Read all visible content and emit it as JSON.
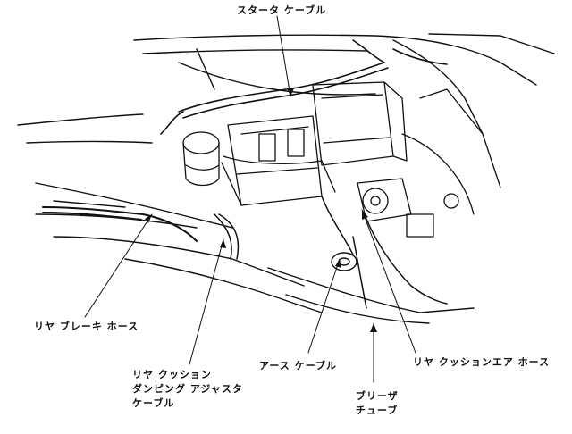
{
  "labels": {
    "starter_cable": "スタータ ケーブル",
    "rear_brake_hose": "リヤ ブレーキ ホース",
    "rear_cushion_damping_line1": "リヤ クッション",
    "rear_cushion_damping_line2": "ダンピング アジャスタ",
    "rear_cushion_damping_line3": "ケーブル",
    "earth_cable": "アース ケーブル",
    "breather_tube_line1": "ブリーザ",
    "breather_tube_line2": "チューブ",
    "rear_cushion_air_hose": "リヤ クッションエア ホース"
  },
  "colors": {
    "ink": "#111111",
    "paper": "#ffffff"
  }
}
